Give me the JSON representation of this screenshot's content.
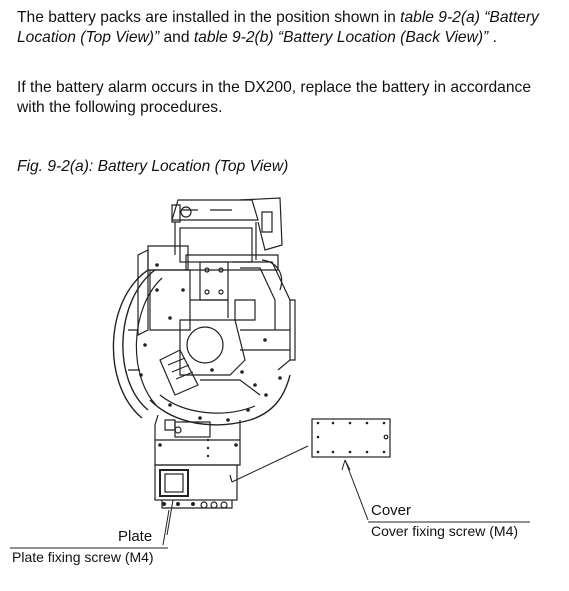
{
  "paragraph1": {
    "t1": "The battery packs are installed in the position shown in ",
    "t2": "table 9-2(a)",
    "t3": " “Battery Location (Top View)”",
    "t4": "  and ",
    "t5": "table 9-2(b)",
    "t6": "  “Battery Location (Back View)”",
    "t7": " ."
  },
  "paragraph2": "If the battery alarm occurs in the DX200, replace the battery in accordance with the following procedures.",
  "figure": {
    "caption": "Fig. 9-2(a): Battery Location (Top View)",
    "labels": {
      "plate": "Plate",
      "plate_screw": "Plate fixing screw (M4)",
      "cover": "Cover",
      "cover_screw": "Cover fixing screw (M4)"
    }
  }
}
